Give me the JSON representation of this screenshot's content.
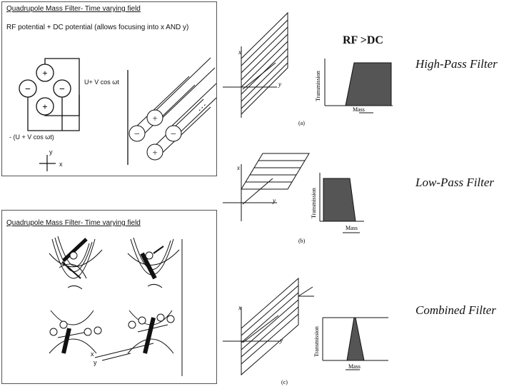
{
  "slide1": {
    "title": "Quadrupole Mass Filter- Time varying field",
    "subtitle": "RF potential + DC potential (allows focusing into x AND y)",
    "upper_equation": "U+ V cos ωt",
    "lower_equation": "- (U + V cos ωt)",
    "axis_y": "y",
    "axis_x": "x"
  },
  "slide2": {
    "title": "Quadrupole Mass Filter- Time varying field",
    "axis_x": "x",
    "axis_y": "y"
  },
  "panels": {
    "a": {
      "caption": "(a)",
      "axis_x": "x",
      "axis_y": "y",
      "ylabel": "Transmission",
      "xlabel": "Mass",
      "note": "RF >DC"
    },
    "b": {
      "caption": "(b)",
      "axis_x": "x",
      "axis_y": "y",
      "ylabel": "Transmission",
      "xlabel": "Mass"
    },
    "c": {
      "caption": "(c)",
      "axis_x": "x",
      "axis_y": "y",
      "ylabel": "Transmission",
      "xlabel": "Mass"
    }
  },
  "labels": {
    "high_pass": "High-Pass Filter",
    "low_pass": "Low-Pass Filter",
    "combined": "Combined Filter"
  }
}
